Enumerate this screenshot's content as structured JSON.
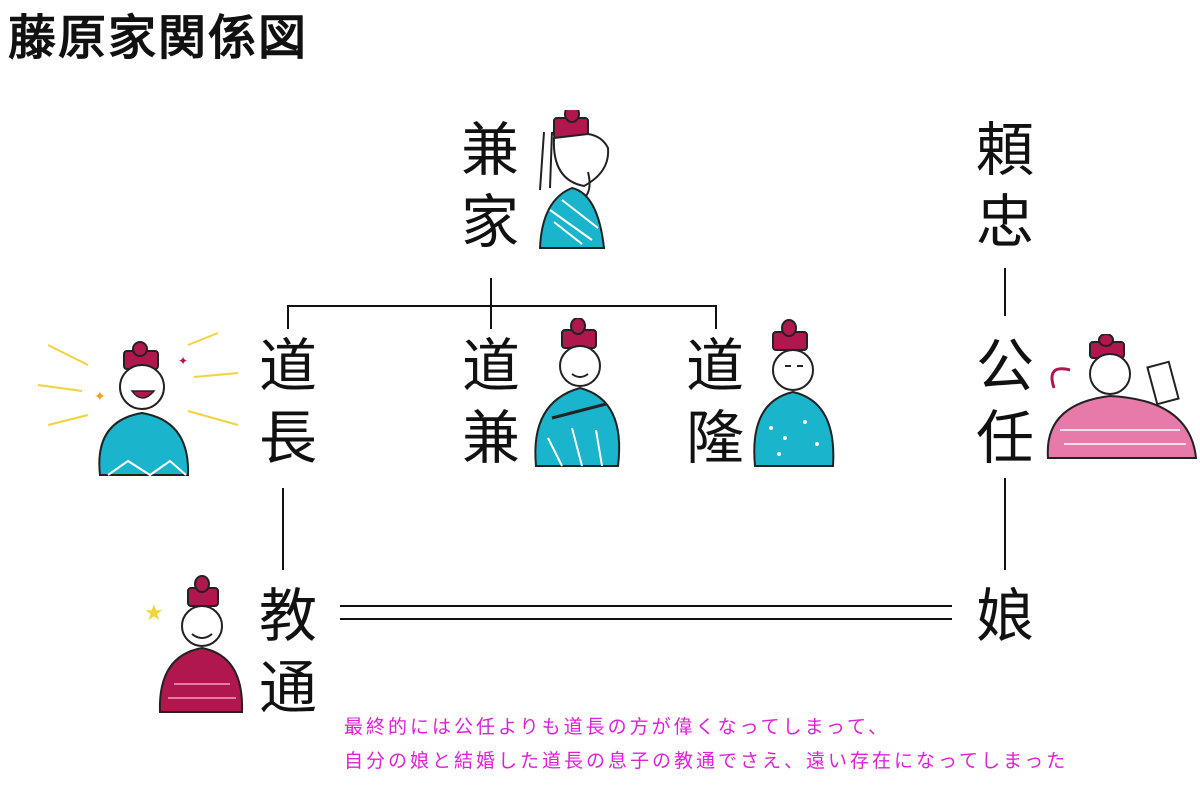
{
  "title": "藤原家関係図",
  "people": {
    "kaneie": {
      "c1": "兼",
      "c2": "家"
    },
    "yoritada": {
      "c1": "頼",
      "c2": "忠"
    },
    "michinaga": {
      "c1": "道",
      "c2": "長"
    },
    "michikane": {
      "c1": "道",
      "c2": "兼"
    },
    "michitaka": {
      "c1": "道",
      "c2": "隆"
    },
    "kinto": {
      "c1": "公",
      "c2": "任"
    },
    "norimichi": {
      "c1": "教",
      "c2": "通"
    },
    "musume": {
      "c1": "娘"
    }
  },
  "note": {
    "line1": "最終的には公任よりも道長の方が偉くなってしまって、",
    "line2": "自分の娘と結婚した道長の息子の教通でさえ、遠い存在になってしまった"
  },
  "colors": {
    "crimson": "#b0174f",
    "teal": "#1ab4cc",
    "pink": "#e77aa8",
    "note": "#e020d8",
    "sparkle": "#f4d23a"
  }
}
